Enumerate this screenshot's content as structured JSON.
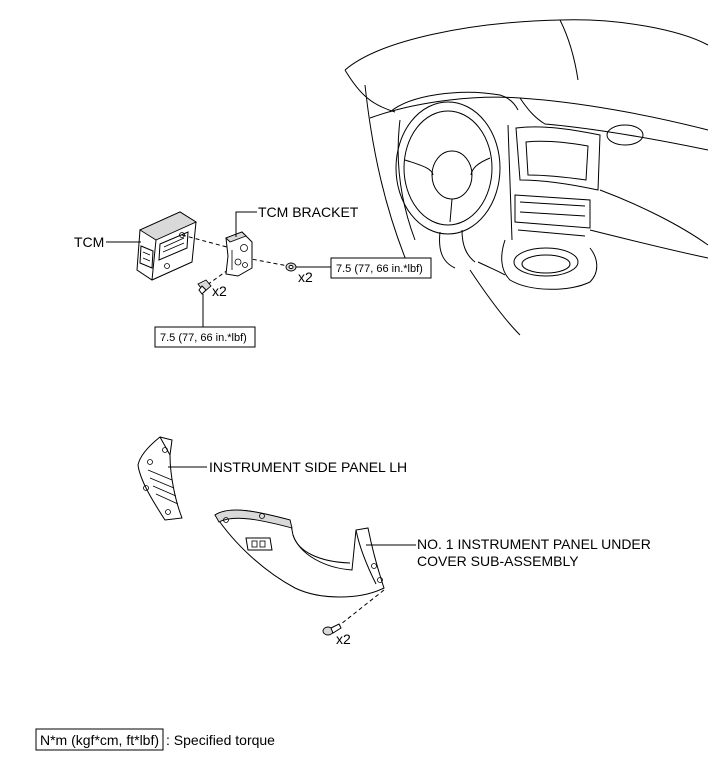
{
  "labels": {
    "tcm": "TCM",
    "tcm_bracket": "TCM BRACKET",
    "instrument_side_panel": "INSTRUMENT SIDE PANEL LH",
    "under_cover_line1": "NO. 1 INSTRUMENT PANEL UNDER",
    "under_cover_line2": "COVER SUB-ASSEMBLY"
  },
  "quantities": {
    "bracket_nut_qty": "x2",
    "bracket_bolt_qty": "x2",
    "under_cover_bolt_qty": "x2"
  },
  "torques": {
    "bracket_nut": "7.5 (77, 66 in.*lbf)",
    "bracket_bolt": "7.5 (77, 66 in.*lbf)"
  },
  "legend": {
    "unit": "N*m (kgf*cm, ft*lbf)",
    "description": ": Specified torque"
  }
}
